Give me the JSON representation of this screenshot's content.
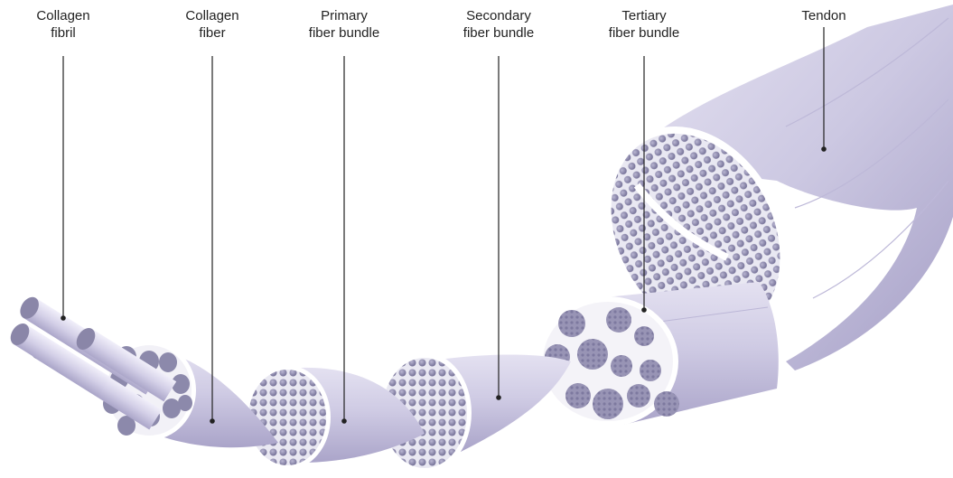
{
  "labels": {
    "collagen_fibril": {
      "line1": "Collagen",
      "line2": "fibril"
    },
    "collagen_fiber": {
      "line1": "Collagen",
      "line2": "fiber"
    },
    "primary_bundle": {
      "line1": "Primary",
      "line2": "fiber bundle"
    },
    "secondary_bundle": {
      "line1": "Secondary",
      "line2": "fiber bundle"
    },
    "tertiary_bundle": {
      "line1": "Tertiary",
      "line2": "fiber bundle"
    },
    "tendon": {
      "line1": "Tendon"
    }
  },
  "colors": {
    "sheath": "#cdc9e2",
    "sheath_dark": "#a9a3c8",
    "fibril_face": "#8a86a8",
    "fiber_face": "#8c89ab",
    "dot": "#8f8cae",
    "leader_line": "#222222"
  }
}
